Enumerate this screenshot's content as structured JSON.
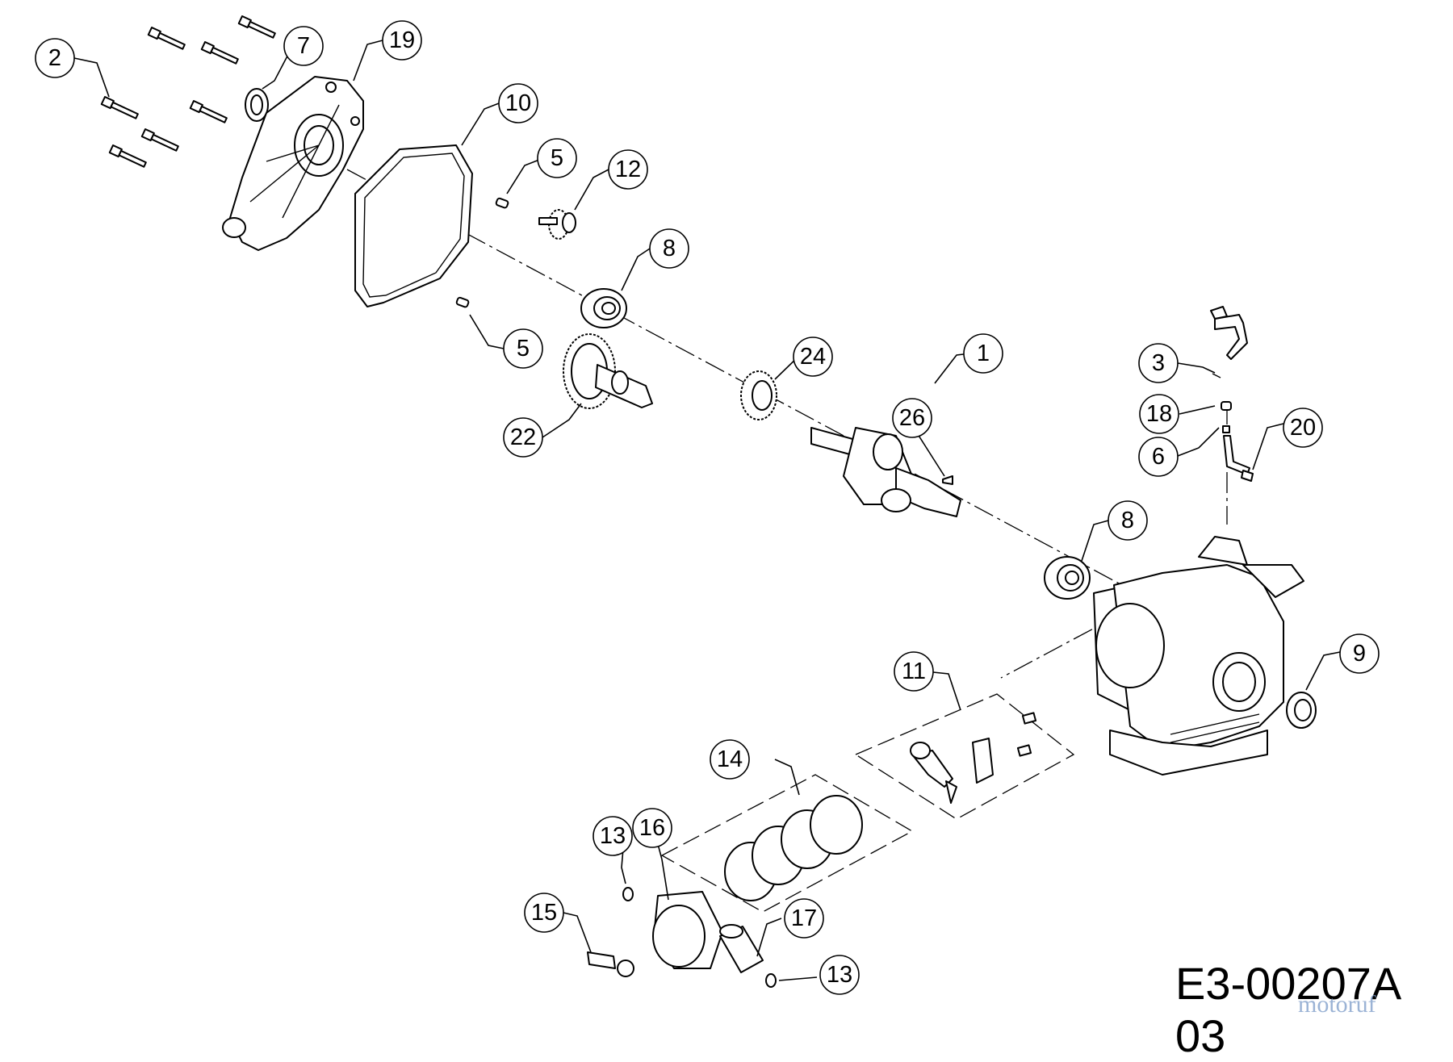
{
  "drawing_code": "E3-00207A 03",
  "watermark_text": "motoruf",
  "callouts": [
    {
      "label": "2"
    },
    {
      "label": "7"
    },
    {
      "label": "19"
    },
    {
      "label": "10"
    },
    {
      "label": "5"
    },
    {
      "label": "12"
    },
    {
      "label": "8"
    },
    {
      "label": "5"
    },
    {
      "label": "24"
    },
    {
      "label": "22"
    },
    {
      "label": "1"
    },
    {
      "label": "26"
    },
    {
      "label": "3"
    },
    {
      "label": "18"
    },
    {
      "label": "6"
    },
    {
      "label": "20"
    },
    {
      "label": "8"
    },
    {
      "label": "11"
    },
    {
      "label": "9"
    },
    {
      "label": "14"
    },
    {
      "label": "13"
    },
    {
      "label": "16"
    },
    {
      "label": "15"
    },
    {
      "label": "17"
    },
    {
      "label": "13"
    }
  ]
}
